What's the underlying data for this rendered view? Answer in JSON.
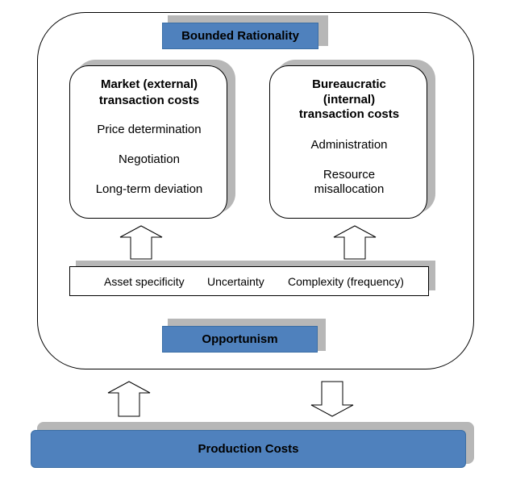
{
  "top_box": {
    "label": "Bounded Rationality"
  },
  "market_box": {
    "title_line1": "Market (external)",
    "title_line2": "transaction costs",
    "items": [
      "Price determination",
      "Negotiation",
      "Long-term deviation"
    ]
  },
  "bureaucratic_box": {
    "title_line1": "Bureaucratic",
    "title_line2": "(internal)",
    "title_line3": "transaction costs",
    "items": [
      "Administration",
      "Resource",
      "misallocation"
    ]
  },
  "factors": [
    "Asset specificity",
    "Uncertainty",
    "Complexity (frequency)"
  ],
  "opportunism_box": {
    "label": "Opportunism"
  },
  "production_box": {
    "label": "Production Costs"
  },
  "colors": {
    "box_fill": "#4f81bd",
    "shadow": "#b7b7b7"
  }
}
